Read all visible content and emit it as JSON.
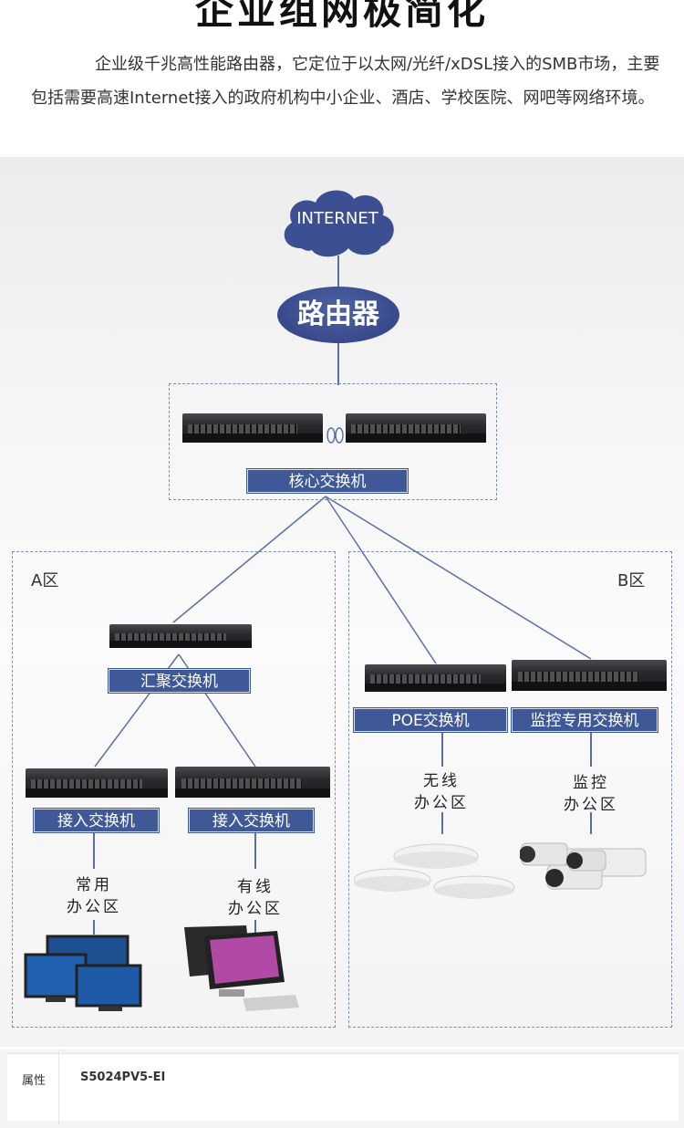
{
  "header": {
    "title": "企业组网极简化",
    "intro": "企业级千兆高性能路由器，它定位于以太网/光纤/xDSL接入的SMB市场，主要包括需要高速Internet接入的政府机构中小企业、酒店、学校医院、网吧等网络环境。"
  },
  "diagram": {
    "internet": "INTERNET",
    "router": "路由器",
    "core_switch": "核心交换机",
    "zone_a": "A区",
    "zone_b": "B区",
    "aggregation_switch": "汇聚交换机",
    "access_switch_1": "接入交换机",
    "access_switch_2": "接入交换机",
    "poe_switch": "POE交换机",
    "monitor_switch": "监控专用交换机",
    "common_office": [
      "常用",
      "办公区"
    ],
    "wired_office": [
      "有线",
      "办公区"
    ],
    "wireless_office": [
      "无线",
      "办公区"
    ],
    "monitor_office": [
      "监控",
      "办公区"
    ],
    "colors": {
      "line": "#5a6eaa",
      "label_bg": "#3f5897",
      "dashed": "#7a8fbf"
    }
  },
  "table": {
    "key": "属性",
    "value": "S5024PV5-EI"
  }
}
